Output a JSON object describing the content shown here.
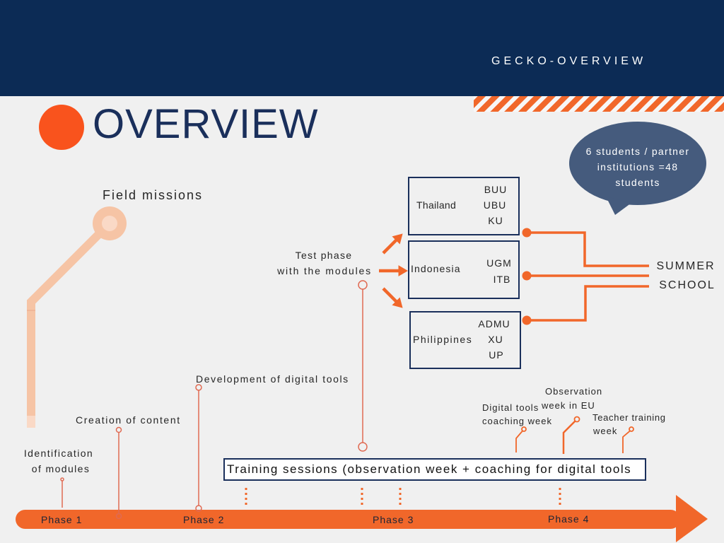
{
  "header": {
    "title": "GECKO-OVERVIEW"
  },
  "page_title": "OVERVIEW",
  "speech_bubble": {
    "lines": [
      "6 students / partner",
      "institutions =48",
      "students"
    ]
  },
  "field_missions": "Field missions",
  "test_phase": {
    "lines": [
      "Test phase",
      "with the modules"
    ]
  },
  "countries": [
    {
      "name": "Thailand",
      "institutions": [
        "BUU",
        "UBU",
        "KU"
      ]
    },
    {
      "name": "Indonesia",
      "institutions": [
        "UGM",
        "ITB"
      ]
    },
    {
      "name": "Philippines",
      "institutions": [
        "ADMU",
        "XU",
        "UP"
      ]
    }
  ],
  "summer_school": {
    "lines": [
      "SUMMER",
      "SCHOOL"
    ]
  },
  "milestones": {
    "development": "Development of digital tools",
    "creation": "Creation of content",
    "identification": [
      "Identification",
      "of modules"
    ]
  },
  "training_sessions": "Training sessions (observation week + coaching for digital tools",
  "events": [
    {
      "lines": [
        "Digital tools",
        "coaching week"
      ]
    },
    {
      "lines": [
        "Observation",
        "week in EU"
      ]
    },
    {
      "lines": [
        "Teacher training",
        "week"
      ]
    }
  ],
  "timeline": {
    "phases": [
      "Phase 1",
      "Phase 2",
      "Phase 3",
      "Phase 4"
    ]
  },
  "colors": {
    "header": "#0c2b55",
    "accent": "#f1672a",
    "bullet": "#f9531d",
    "navy": "#1a2f5b",
    "bubble": "#455b7d",
    "peach": "#f6c4a5",
    "peach_light": "#fad9c6",
    "line": "#e06a52",
    "background": "#f0f0f0"
  }
}
